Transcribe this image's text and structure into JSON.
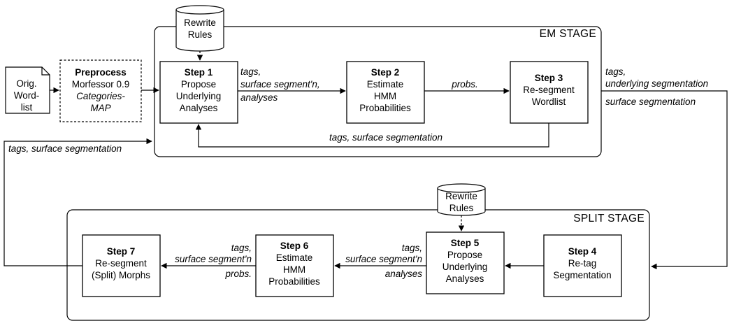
{
  "stages": {
    "em": "EM STAGE",
    "split": "SPLIT STAGE"
  },
  "rewrite_rules": {
    "em": [
      "Rewrite",
      "Rules"
    ],
    "split": [
      "Rewrite",
      "Rules"
    ]
  },
  "wordlist": [
    "Orig.",
    "Word-",
    "list"
  ],
  "preprocess": {
    "title": "Preprocess",
    "line1": "Morfessor 0.9",
    "line2": "Categories-",
    "line3": "MAP"
  },
  "steps": {
    "step1": {
      "title": "Step 1",
      "lines": [
        "Propose",
        "Underlying",
        "Analyses"
      ]
    },
    "step2": {
      "title": "Step 2",
      "lines": [
        "Estimate",
        "HMM",
        "Probabilities"
      ]
    },
    "step3": {
      "title": "Step 3",
      "lines": [
        "Re-segment",
        "Wordlist"
      ]
    },
    "step4": {
      "title": "Step 4",
      "lines": [
        "Re-tag",
        "Segmentation"
      ]
    },
    "step5": {
      "title": "Step 5",
      "lines": [
        "Propose",
        "Underlying",
        "Analyses"
      ]
    },
    "step6": {
      "title": "Step 6",
      "lines": [
        "Estimate",
        "HMM",
        "Probabilities"
      ]
    },
    "step7": {
      "title": "Step 7",
      "lines": [
        "Re-segment",
        "(Split) Morphs"
      ]
    }
  },
  "edge_labels": {
    "s1_to_s2": [
      "tags,",
      "surface segment'n,",
      "analyses"
    ],
    "s2_to_s3": [
      "probs."
    ],
    "s3_to_s1": [
      "tags, surface segmentation"
    ],
    "em_out": [
      "tags,",
      "underlying segmentation",
      "surface segmentation"
    ],
    "s5_to_s6": [
      "tags,",
      "surface segment'n",
      "analyses"
    ],
    "s6_to_s7": [
      "tags,",
      "surface segment'n",
      "probs."
    ],
    "split_out": [
      "tags, surface segmentation"
    ]
  }
}
